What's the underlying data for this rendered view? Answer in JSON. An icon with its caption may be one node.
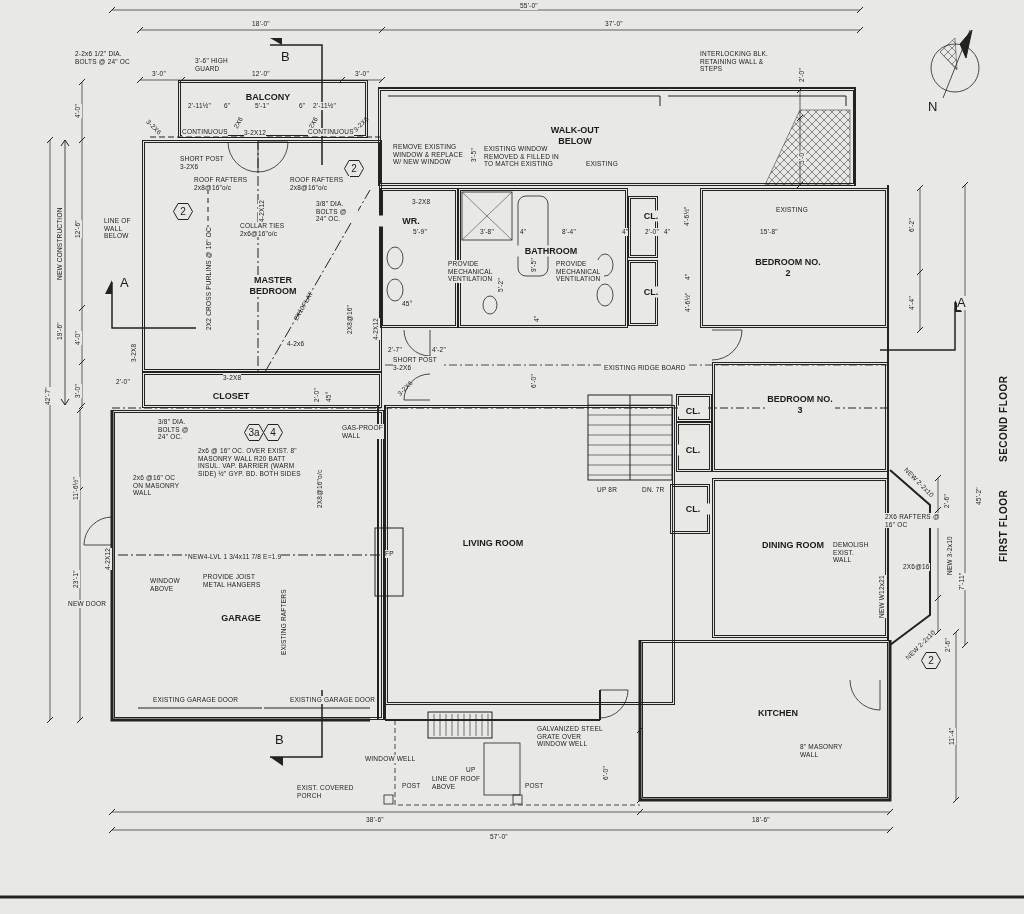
{
  "diagram": {
    "nodes": [
      {
        "text": [
          "BALCONY"
        ]
      },
      {
        "text": [
          "MASTER BEDROOM"
        ]
      },
      {
        "text": [
          "CLOSET"
        ]
      },
      {
        "text": [
          "WALK-OUT BELOW"
        ]
      },
      {
        "text": [
          "WR."
        ]
      },
      {
        "text": [
          "BATHROOM"
        ]
      },
      {
        "text": [
          "CL."
        ]
      },
      {
        "text": [
          "CL."
        ]
      },
      {
        "text": [
          "BEDROOM NO. 2"
        ]
      },
      {
        "text": [
          "BEDROOM NO. 3"
        ]
      },
      {
        "text": [
          "CL."
        ]
      },
      {
        "text": [
          "CL."
        ]
      },
      {
        "text": [
          "CL."
        ]
      },
      {
        "text": [
          "LIVING ROOM"
        ]
      },
      {
        "text": [
          "DINING ROOM"
        ]
      },
      {
        "text": [
          "KITCHEN"
        ]
      },
      {
        "text": [
          "GARAGE"
        ]
      },
      {
        "text": [
          "2"
        ],
        "in": 1
      },
      {
        "text": [
          "2"
        ],
        "in": 1
      },
      {
        "text": [
          "3a"
        ],
        "in": 16
      },
      {
        "text": [
          "4"
        ],
        "in": 16
      },
      {
        "text": [
          "2"
        ]
      }
    ],
    "labels": [
      "55'-0\"",
      "18'-0\"",
      "37'-0\"",
      "2-2x6 1/2\" DIA. BOLTS @ 24\" OC",
      "B",
      "3'-6\" HIGH GUARD",
      "3'-0\"",
      "12'-0\"",
      "3'-0\"",
      "2'-11½\"",
      "6\"",
      "5'-1\"",
      "6\"",
      "2'-11½\"",
      "3-2X6",
      "CONTINUOUS",
      "2X6",
      "3-2X12",
      "2X6",
      "CONTINUOUS",
      "3-2X6",
      "4'-0\"",
      "SHORT POST 3-2X6",
      "ROOF RAFTERS 2x8@16\"o/c",
      "ROOF RAFTERS 2x8@16\"o/c",
      "12'-6\"",
      "NEW CONSTRUCTION",
      "LINE OF WALL BELOW",
      "2X2 CROSS PURLINS @ 16\" OC",
      "4-2X12",
      "COLLAR TIES 2x6@16\"o/c",
      "3/8\" DIA. BOLTS @ 24\" OC.",
      "2X10FLAT",
      "19'-6\"",
      "A",
      "2X8@16\"",
      "4-2X12",
      "4'-0\"",
      "3-2X8",
      "4-2x6",
      "3'-0\"",
      "2'-0\"",
      "3-2X8",
      "2'-0\"",
      "45°",
      "REMOVE EXISTING WINDOW & REPLACE W/ NEW WINDOW",
      "3'-5\"",
      "EXISTING WINDOW REMOVED & FILLED IN TO MATCH EXISTING",
      "EXISTING",
      "INTERLOCKING BLK. RETAINING WALL & STEPS",
      "2'-0\"",
      "5'-0\"",
      "N",
      "3-2X8",
      "5'-9\"",
      "3'-8\"",
      "4\"",
      "8'-4\"",
      "4\"",
      "2'-0\"",
      "4\"",
      "4'-6½\"",
      "EXISTING",
      "15'-8\"",
      "6'-2\"",
      "PROVIDE MECHANICAL VENTILATION",
      "5'-2\"",
      "9'-5\"",
      "PROVIDE MECHANICAL VENTILATION",
      "4\"",
      "4'-6½\"",
      "4'-4\"",
      "A",
      "45°",
      "4\"",
      "2'-7\"",
      "4'-2\"",
      "SHORT POST 3-2X6",
      "6'-0\"",
      "3-2X6",
      "EXISTING RIDGE BOARD",
      "SECOND FLOOR",
      "FIRST FLOOR",
      "42'-7\"",
      "3/8\" DIA. BOLTS @ 24\" OC.",
      "GAS-PROOF WALL",
      "2x6 @ 16\" OC. OVER EXIST. 8\" MASONRY WALL R20 BATT INSUL. VAP. BARRIER (WARM SIDE) ½\" GYP. BD. BOTH SIDES",
      "2X8@16\"o/c",
      "11'-6½\"",
      "2x6 @16\" OC ON MASONRY WALL",
      "UP 8R",
      "DN. 7R",
      "NEW 2-2x10",
      "2'-6\"",
      "45'-2\"",
      "2X6 RAFTERS @ 16\" OC",
      "NEW4-LVL 1 3/4x11 7/8 E=1.9",
      "4-2X12",
      "FP",
      "DEMOLISH EXIST. WALL",
      "NEW 3-2x10",
      "2X6@16",
      "7'-11\"",
      "NEW W12x21",
      "23'-1\"",
      "WINDOW ABOVE",
      "PROVIDE JOIST METAL HANGERS",
      "NEW DOOR",
      "EXISTING RAFTERS",
      "NEW 2-2x10",
      "2'-6\"",
      "11'-4\"",
      "EXISTING GARAGE DOOR",
      "EXISTING GARAGE DOOR",
      "GALVANIZED STEEL GRATE OVER WINDOW WELL",
      "8\" MASONRY WALL",
      "B",
      "WINDOW WELL",
      "6'-0\"",
      "UP",
      "LINE OF ROOF ABOVE",
      "EXIST. COVERED PORCH",
      "POST",
      "POST",
      "38'-6\"",
      "18'-6\"",
      "57'-0\""
    ]
  }
}
